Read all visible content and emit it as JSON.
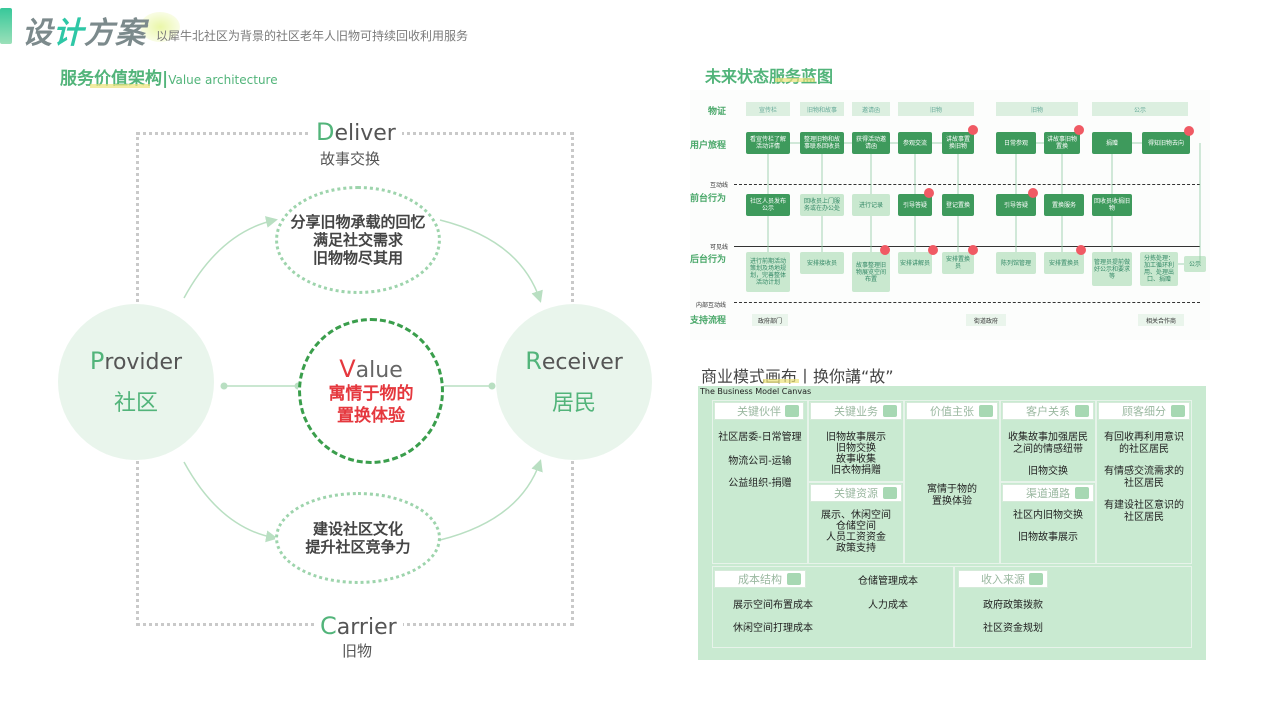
{
  "header": {
    "title_a": "设",
    "title_b": "计",
    "title_c": "方案",
    "subtitle": "以犀牛北社区为背景的社区老年人旧物可持续回收利用服务"
  },
  "value_architecture": {
    "title_zh": "服务价值架构|",
    "title_en": "Value architecture",
    "deliver": {
      "initial": "D",
      "rest": "eliver",
      "zh": "故事交换"
    },
    "carrier": {
      "initial": "C",
      "rest": "arrier",
      "zh": "旧物"
    },
    "provider": {
      "initial": "P",
      "rest": "rovider",
      "zh": "社区"
    },
    "receiver": {
      "initial": "R",
      "rest": "eceiver",
      "zh": "居民"
    },
    "value": {
      "initial": "V",
      "rest": "alue",
      "line1": "寓情于物的",
      "line2": "置换体验"
    },
    "top_oval": [
      "分享旧物承载的回忆",
      "满足社交需求",
      "旧物物尽其用"
    ],
    "bottom_oval": [
      "建设社区文化",
      "提升社区竞争力"
    ]
  },
  "blueprint": {
    "title": "未来状态服务蓝图",
    "rows": {
      "evidence": "物证",
      "journey": "用户旅程",
      "front": "前台行为",
      "back": "后台行为",
      "support": "支持流程"
    },
    "lines": {
      "interaction": "互动线",
      "visibility": "可见线",
      "internal": "内部互动线"
    },
    "evidence": [
      "宣传栏",
      "旧物和故事",
      "邀请函",
      "旧物",
      "旧物",
      "公示"
    ],
    "journey": [
      "看宣传栏了解活动详情",
      "整理旧物和故事联系回收员",
      "获得活动邀请函",
      "参观交流",
      "讲故事置换旧物",
      "日常参观",
      "讲故事旧物置换",
      "捐赠",
      "得知旧物去向"
    ],
    "front": [
      "社区人员发布公示",
      "回收员上门服务或在办公处",
      "进行记录",
      "引导答疑",
      "登记置换",
      "引导答疑",
      "置换服务",
      "回收员收捐旧物"
    ],
    "back": [
      "进行前期活动策划及场地规划，完善整体活动计划",
      "安排接收员",
      "故事整理旧物展览空间布置",
      "安排讲解员",
      "安排置换员",
      "陈列馆管理",
      "安排置换员",
      "管理员提前做好公示和要求等",
      "分拣处理：加工循环利用、处理出口、捐赠",
      "公示"
    ],
    "support": [
      "政府部门",
      "街道政府",
      "相关合作商"
    ]
  },
  "bmc": {
    "title": "商业模式画布丨换你講“故”",
    "caption": "The Business Model Canvas",
    "key_partners": {
      "head": "关键伙伴",
      "items": [
        "社区居委-日常管理",
        "物流公司-运输",
        "公益组织-捐赠"
      ]
    },
    "key_activities": {
      "head": "关键业务",
      "items": [
        "旧物故事展示",
        "旧物交换",
        "故事收集",
        "旧衣物捐赠"
      ]
    },
    "key_resources": {
      "head": "关键资源",
      "items": [
        "展示、休闲空间",
        "仓储空间",
        "人员工资资金",
        "政策支持"
      ]
    },
    "value_prop": {
      "head": "价值主张",
      "items": [
        "寓情于物的",
        "置换体验"
      ]
    },
    "customer_rel": {
      "head": "客户关系",
      "items": [
        "收集故事加强居民之间的情感纽带",
        "旧物交换"
      ]
    },
    "channels": {
      "head": "渠道通路",
      "items": [
        "社区内旧物交换",
        "旧物故事展示"
      ]
    },
    "segments": {
      "head": "顾客细分",
      "items": [
        "有回收再利用意识的社区居民",
        "有情感交流需求的社区居民",
        "有建设社区意识的社区居民"
      ]
    },
    "cost": {
      "head": "成本结构",
      "items": [
        "展示空间布置成本",
        "休闲空间打理成本",
        "仓储管理成本",
        "人力成本"
      ]
    },
    "revenue": {
      "head": "收入来源",
      "items": [
        "政府政策拨款",
        "社区资金规划"
      ]
    }
  }
}
